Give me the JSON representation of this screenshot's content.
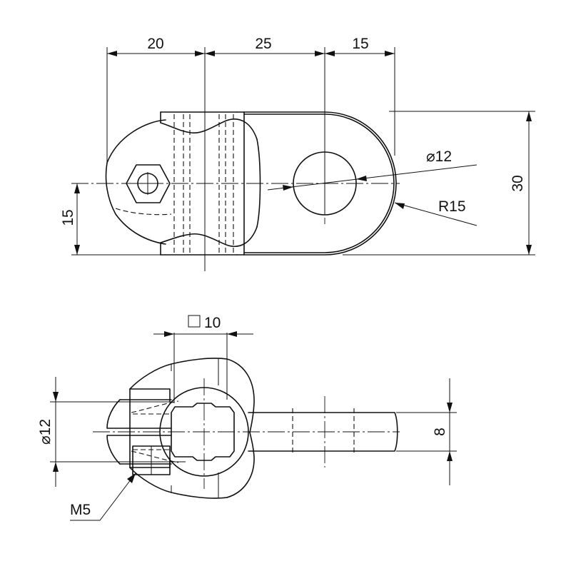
{
  "drawing": {
    "top_view": {
      "dim_a": "20",
      "dim_b": "25",
      "dim_c": "15",
      "dim_height": "30",
      "dim_half": "15",
      "hole_diameter_label": "⌀12",
      "radius_label": "R15"
    },
    "side_view": {
      "square_label": "10",
      "diameter_label": "⌀12",
      "thickness_label": "8",
      "thread_label": "M5"
    }
  }
}
